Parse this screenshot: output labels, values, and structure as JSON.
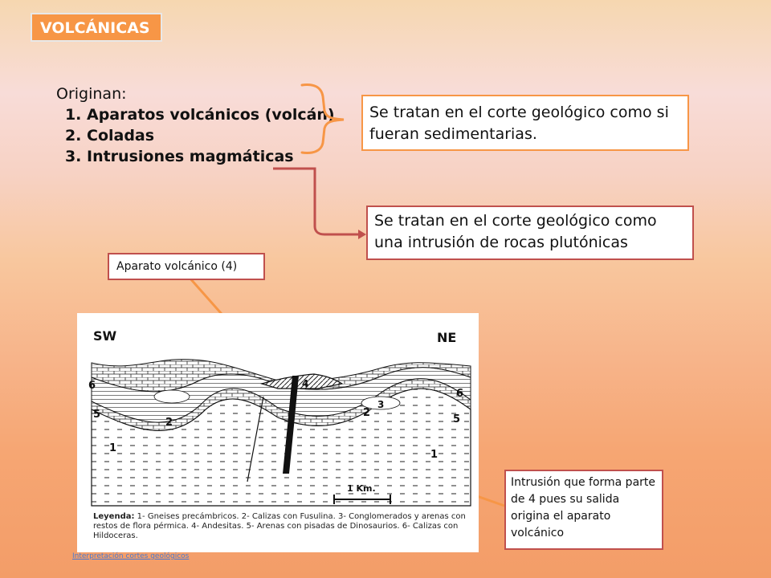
{
  "header": {
    "title": "VOLCÁNICAS"
  },
  "origin": {
    "lead": "Originan:",
    "items": [
      "Aparatos volcánicos (volcán)",
      "Coladas",
      "Intrusiones magmáticas"
    ]
  },
  "notes": {
    "sedimentary": "Se tratan en el corte geológico como si fueran sedimentarias.",
    "plutonic": "Se tratan en el corte geológico como una intrusión de rocas plutónicas",
    "apparatus": "Aparato volcánico (4)",
    "intrusion": "Intrusión que forma parte de 4 pues su salida origina el aparato volcánico"
  },
  "figure": {
    "sw_label": "SW",
    "ne_label": "NE",
    "scale_label": "1 Km.",
    "legend_label": "Leyenda:",
    "legend_text": "1- Gneises precámbricos. 2- Calizas con Fusulina. 3- Conglomerados y arenas con restos de flora pérmica. 4- Andesitas. 5- Arenas con pisadas de Dinosaurios. 6- Calizas con Hildoceras.",
    "unit_labels": [
      "1",
      "2",
      "3",
      "4",
      "5",
      "6"
    ]
  },
  "footer": {
    "link_text": "Interpretación cortes geológicos"
  },
  "colors": {
    "accent": "#f79646",
    "border_red": "#c0504d",
    "link": "#4b7bd1"
  }
}
